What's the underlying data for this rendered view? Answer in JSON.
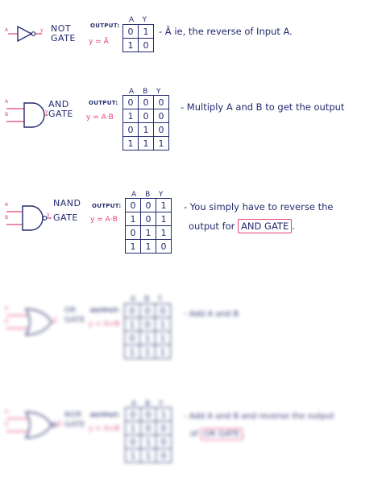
{
  "sections": {
    "not": {
      "gate_label": [
        "NOT",
        "GATE"
      ],
      "output_label": "OUTPUT:",
      "formula": "y = Ā",
      "headers": "AY",
      "rows": [
        [
          "0",
          "1"
        ],
        [
          "1",
          "0"
        ]
      ],
      "description": "- Ā ie, the reverse of Input A.",
      "inputs": [
        "A"
      ],
      "output": "y"
    },
    "and": {
      "gate_label": [
        "AND",
        "GATE"
      ],
      "output_label": "OUTPUT:",
      "formula": "y = A·B",
      "headers": "ABY",
      "rows": [
        [
          "0",
          "0",
          "0"
        ],
        [
          "1",
          "0",
          "0"
        ],
        [
          "0",
          "1",
          "0"
        ],
        [
          "1",
          "1",
          "1"
        ]
      ],
      "description": "- Multiply A and B to get the output",
      "inputs": [
        "A",
        "B"
      ],
      "output": "y"
    },
    "nand": {
      "gate_label": [
        "NAND",
        "GATE"
      ],
      "output_label": "OUTPUT:",
      "formula": "y = A·B",
      "headers": "ABY",
      "rows": [
        [
          "0",
          "0",
          "1"
        ],
        [
          "1",
          "0",
          "1"
        ],
        [
          "0",
          "1",
          "1"
        ],
        [
          "1",
          "1",
          "0"
        ]
      ],
      "description_line1": "- You simply have to reverse the",
      "description_line2": "output for",
      "description_boxed": "AND GATE",
      "description_end": ".",
      "inputs": [
        "A",
        "B"
      ],
      "output": "y"
    },
    "or": {
      "gate_label": [
        "OR",
        "GATE"
      ],
      "output_label": "OUTPUT:",
      "formula": "y = A+B",
      "headers": "ABY",
      "rows": [
        [
          "0",
          "0",
          "0"
        ],
        [
          "1",
          "0",
          "1"
        ],
        [
          "0",
          "1",
          "1"
        ],
        [
          "1",
          "1",
          "1"
        ]
      ],
      "description": "- Add A and B",
      "inputs": [
        "A",
        "B"
      ],
      "output": "y"
    },
    "nor": {
      "gate_label": [
        "NOR",
        "GATE"
      ],
      "output_label": "OUTPUT:",
      "formula": "y = A+B",
      "headers": "ABY",
      "rows": [
        [
          "0",
          "0",
          "1"
        ],
        [
          "1",
          "0",
          "0"
        ],
        [
          "0",
          "1",
          "0"
        ],
        [
          "1",
          "1",
          "0"
        ]
      ],
      "description_line1": "- Add A and B and reverse the output",
      "description_line2": "of",
      "description_boxed": "OR GATE",
      "description_end": ".",
      "inputs": [
        "A",
        "B"
      ],
      "output": "y"
    }
  },
  "colors": {
    "ink": "#232a6e",
    "accent": "#e0447a"
  }
}
